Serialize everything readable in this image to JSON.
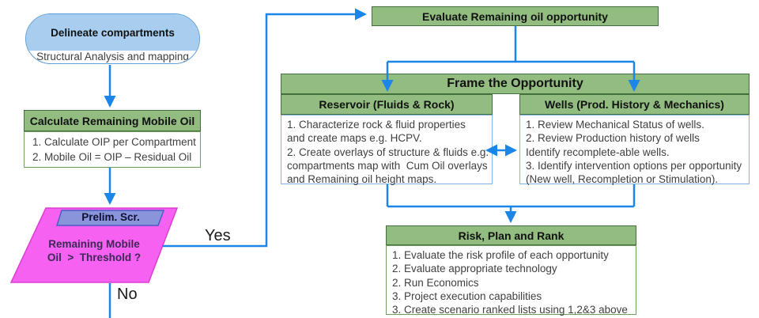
{
  "colors": {
    "green_fill": "#92bc80",
    "green_border": "#41703a",
    "green_body_border": "#6f9f5e",
    "blue_body_border": "#7fb3e3",
    "pill_fill": "#a9cdee",
    "pill_border": "#5e9fd8",
    "connector": "#1b85e8",
    "magenta_fill": "#f761f1",
    "magenta_border": "#d93fd1",
    "band_fill": "#8a94da",
    "band_border": "#4a5ec4",
    "body_text": "#3f3f3f",
    "header_text": "#111111",
    "decision_text": "#3b2a55"
  },
  "nodes": {
    "delineate": {
      "title": "Delineate compartments",
      "subtitle": "Structural Analysis and mapping"
    },
    "calculate": {
      "title": "Calculate Remaining Mobile Oil",
      "items": [
        "1. Calculate OIP per Compartment",
        "2. Mobile Oil = OIP – Residual Oil"
      ]
    },
    "decision": {
      "band": "Prelim. Scr.",
      "line1": "Remaining Mobile",
      "line2": "Oil  >  Threshold ?"
    },
    "evaluate": {
      "title": "Evaluate Remaining oil opportunity"
    },
    "frame": {
      "title": "Frame the Opportunity",
      "reservoir": {
        "title": "Reservoir (Fluids & Rock)",
        "items": [
          "1. Characterize rock & fluid properties",
          "and create maps e.g. HCPV.",
          "2. Create overlays of structure & fluids e.g.",
          "compartments map with  Cum Oil overlays",
          "and Remaining oil height maps."
        ]
      },
      "wells": {
        "title": "Wells (Prod. History & Mechanics)",
        "items": [
          "1. Review Mechanical Status of wells.",
          "2. Review Production history of wells",
          "Identify recomplete-able wells.",
          "3. Identify intervention options per opportunity",
          "(New well, Recompletion or Stimulation)."
        ]
      }
    },
    "risk": {
      "title": "Risk, Plan and Rank",
      "items": [
        "1. Evaluate the risk profile of each opportunity",
        "2. Evaluate appropriate technology",
        "2. Run Economics",
        "3. Project execution capabilities",
        "3. Create scenario ranked lists using 1,2&3 above"
      ]
    },
    "labels": {
      "yes": "Yes",
      "no": "No"
    }
  }
}
